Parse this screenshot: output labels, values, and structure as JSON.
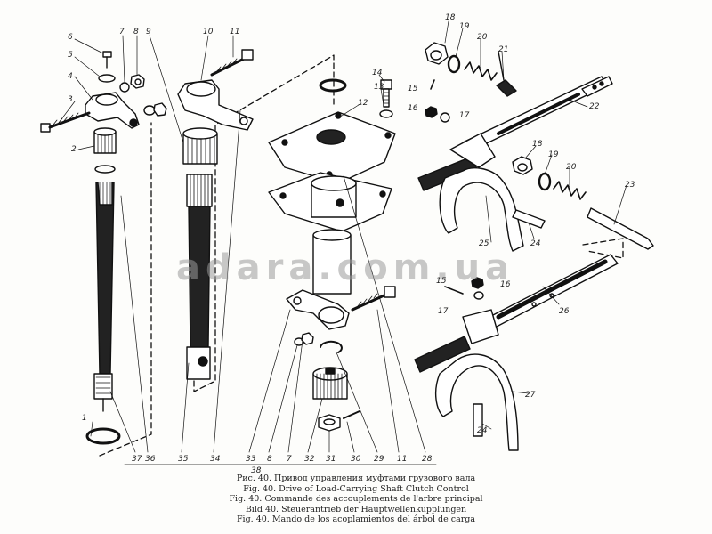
{
  "labels": {
    "n1": "1",
    "n2": "2",
    "n3": "3",
    "n4": "4",
    "n5": "5",
    "n6": "6",
    "n7": "7",
    "n8": "8",
    "n9": "9",
    "n10": "10",
    "n11": "11",
    "n12": "12",
    "n13": "13",
    "n14": "14",
    "n15": "15",
    "n16": "16",
    "n17": "17",
    "n18": "18",
    "n19": "19",
    "n20": "20",
    "n21": "21",
    "n22": "22",
    "n23": "23",
    "n24": "24",
    "n25": "25",
    "n26": "26",
    "n27": "27",
    "n28": "28",
    "n29": "29",
    "n30": "30",
    "n31": "31",
    "n32": "32",
    "n33": "33",
    "n34": "34",
    "n35": "35",
    "n36": "36",
    "n37": "37",
    "n38": "38"
  },
  "watermark": "adara.com.ua",
  "caption": {
    "ru": "Рис. 40. Привод управления муфтами грузового вала",
    "en": "Fig. 40. Drive of Load-Carrying Shaft Clutch Control",
    "fr": "Fig. 40. Commande des accouplements de l'arbre principal",
    "de": "Bild 40. Steuerantrieb der Hauptwellenkupplungen",
    "es": "Fig. 40. Mando de los acoplamientos del árbol de carga"
  },
  "colors": {
    "ink": "#111111",
    "paper": "#fdfdfb",
    "watermark": "#9a9a9a"
  }
}
